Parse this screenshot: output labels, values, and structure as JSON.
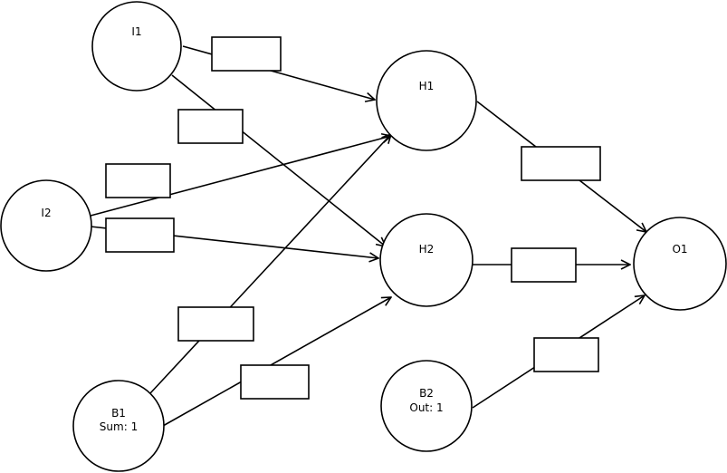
{
  "nodes": {
    "I1": {
      "name": "I1",
      "value": ""
    },
    "I2": {
      "name": "I2",
      "value": ""
    },
    "B1": {
      "name": "B1",
      "value": "Sum: 1"
    },
    "H1": {
      "name": "H1",
      "value": ""
    },
    "H2": {
      "name": "H2",
      "value": ""
    },
    "B2": {
      "name": "B2",
      "value": "Out: 1"
    },
    "O1": {
      "name": "O1",
      "value": ""
    }
  },
  "weights": {
    "I1_H1": "",
    "I1_H2": "",
    "I2_H1": "",
    "I2_H2": "",
    "B1_H1": "",
    "B1_H2": "",
    "H1_O1": "",
    "H2_O1": "",
    "B2_O1": ""
  }
}
